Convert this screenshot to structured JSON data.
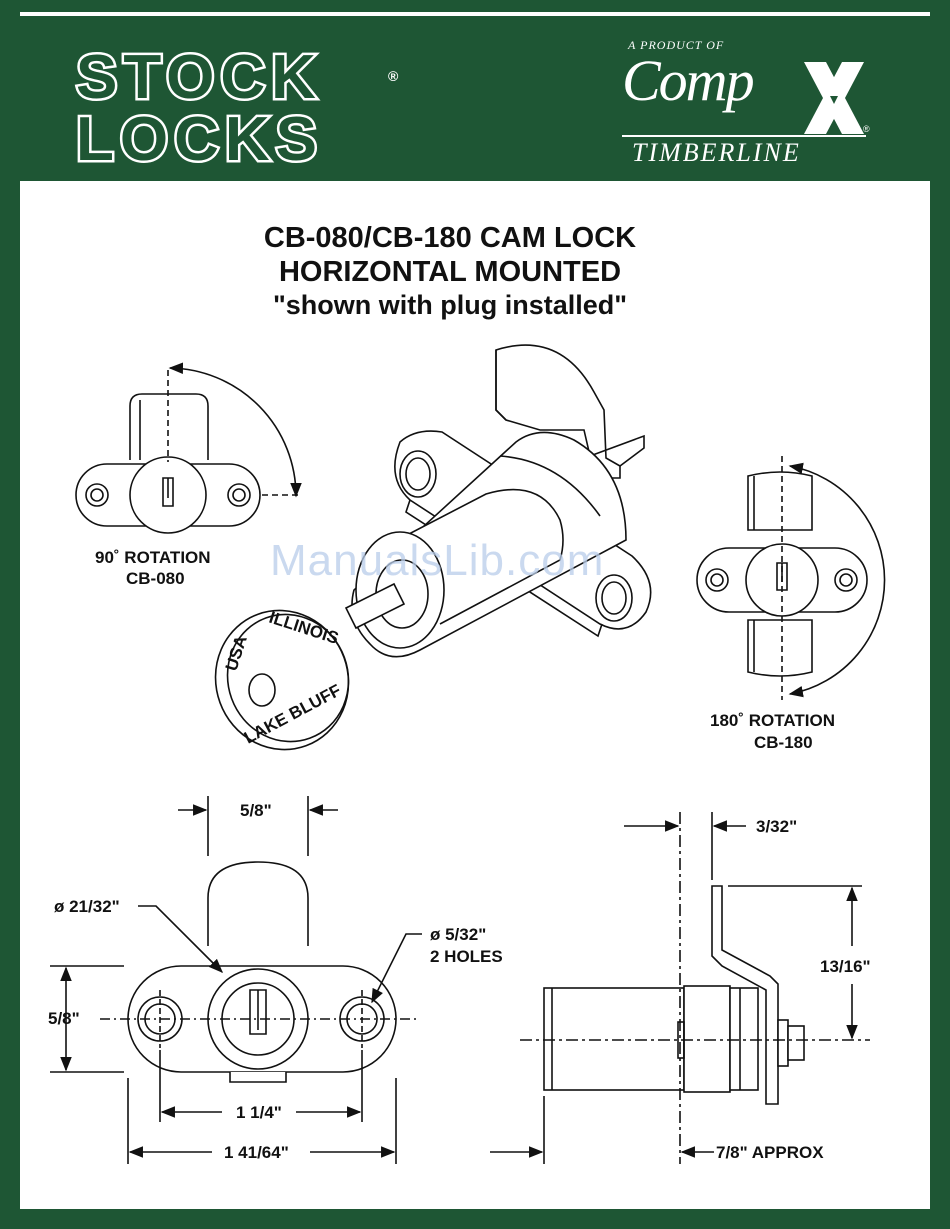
{
  "brand": {
    "line1": "STOCK",
    "line2": "LOCKS",
    "reg_mark": "®",
    "product_of": "A PRODUCT OF",
    "company": "Comp",
    "company_x": "X",
    "division": "TIMBERLINE",
    "division_reg": "®"
  },
  "title": {
    "line1": "CB-080/CB-180 CAM LOCK",
    "line2": "HORIZONTAL MOUNTED",
    "line3": "\"shown with plug installed\""
  },
  "views": {
    "rot90_label": "90˚ ROTATION",
    "rot90_model": "CB-080",
    "rot180_label": "180˚ ROTATION",
    "rot180_model": "CB-180"
  },
  "key": {
    "text_top": "ILLINOIS",
    "text_left": "USA",
    "text_bottom": "LAKE BLUFF"
  },
  "dimensions": {
    "cam_width": "5/8\"",
    "plug_diameter": "ø  21/32\"",
    "hole_diameter": "ø  5/32\"",
    "hole_count": "2 HOLES",
    "flange_height": "5/8\"",
    "hole_spacing": "1 1/4\"",
    "overall_length": "1 41/64\"",
    "cam_thickness": "3/32\"",
    "cam_offset": "13/16\"",
    "body_length": "7/8\" APPROX"
  },
  "watermark": "ManualsLib.com",
  "colors": {
    "brand_green": "#1e5634",
    "line": "#111111",
    "watermark": "#b9cdea"
  }
}
